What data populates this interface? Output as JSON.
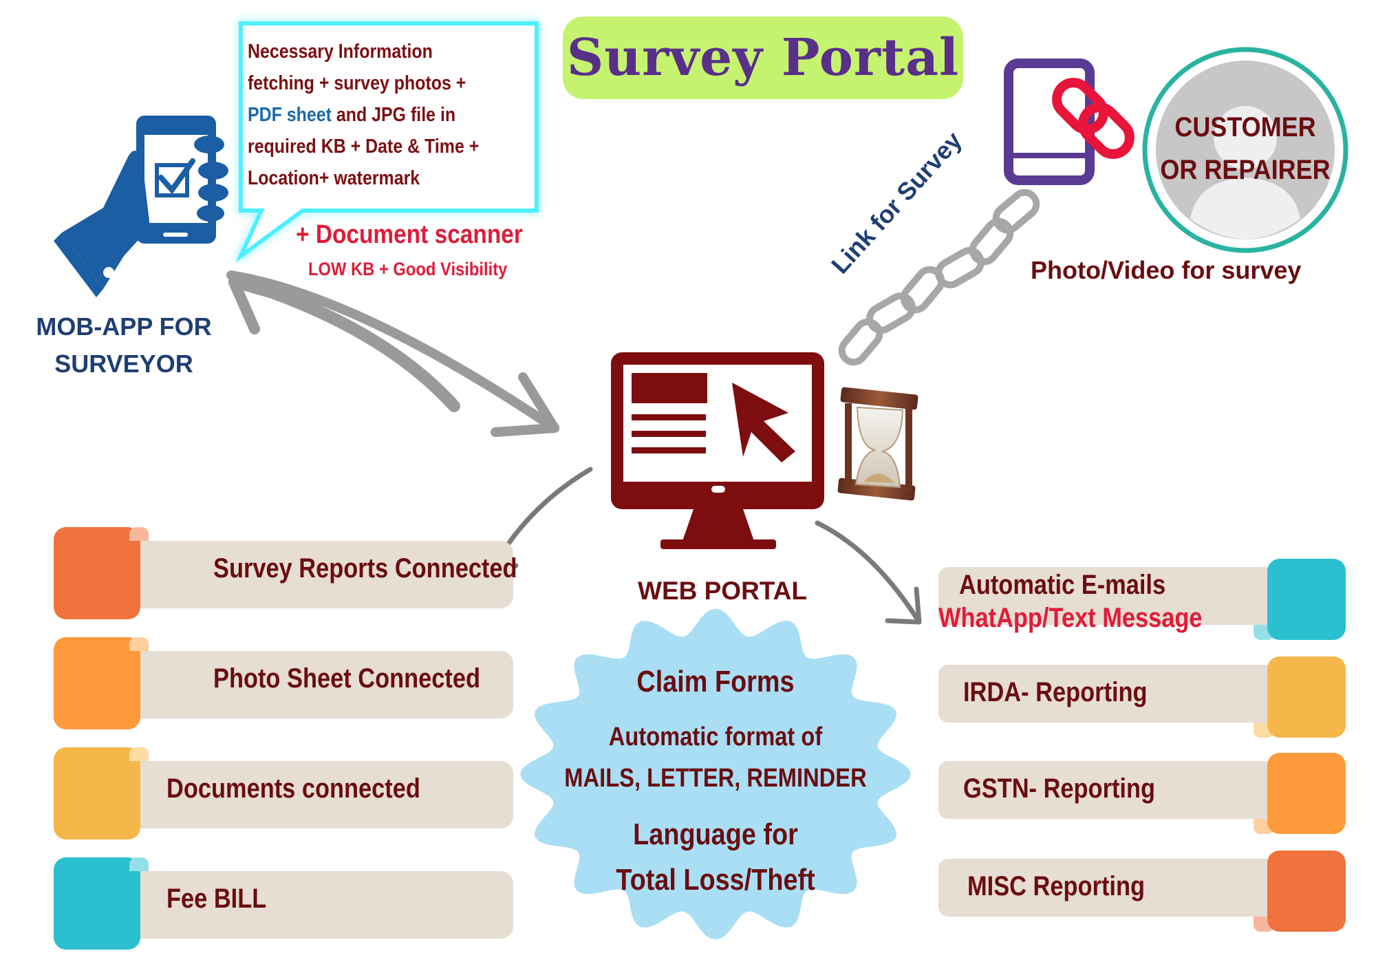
{
  "title": "Survey Portal",
  "mob_app": {
    "label_line1": "MOB-APP FOR",
    "label_line2": "SURVEYOR"
  },
  "info_bubble": {
    "line1": "Necessary Information",
    "line2": "fetching + survey photos +",
    "line3_highlight": "PDF sheet",
    "line3_rest": " and JPG file in",
    "line4": "required KB + Date & Time +",
    "line5": "Location+ watermark"
  },
  "scanner": {
    "title": "+ Document scanner",
    "subtitle": "LOW KB + Good Visibility"
  },
  "customer": {
    "line1": "CUSTOMER",
    "line2": "OR REPAIRER",
    "caption": "Photo/Video for survey"
  },
  "link_label": "Link for Survey",
  "web_portal_label": "WEB PORTAL",
  "left_items": [
    {
      "label": "Survey Reports Connected",
      "color": "#f0733d",
      "lip": "#f8b79c"
    },
    {
      "label": "Photo Sheet Connected",
      "color": "#fd9b3c",
      "lip": "#ffce9f"
    },
    {
      "label": "Documents connected",
      "color": "#f5b74a",
      "lip": "#fbdca3"
    },
    {
      "label": "Fee BILL",
      "color": "#2ac0d0",
      "lip": "#95e0e8"
    }
  ],
  "right_items": [
    {
      "label": "Automatic  E-mails",
      "label2": "WhatApp/Text Message",
      "color": "#2ac0d0",
      "lip": "#95e0e8"
    },
    {
      "label": "IRDA- Reporting",
      "color": "#f5b74a",
      "lip": "#fbdca3"
    },
    {
      "label": "GSTN- Reporting",
      "color": "#fd9b3c",
      "lip": "#ffce9f"
    },
    {
      "label": "MISC Reporting",
      "color": "#f0733d",
      "lip": "#f8b79c"
    }
  ],
  "center_blob": {
    "line1": "Claim Forms",
    "line2": "Automatic format of",
    "line3": "MAILS, LETTER, REMINDER",
    "line4": "Language for",
    "line5": "Total Loss/Theft"
  },
  "colors": {
    "dark_red": "#7d0d0f",
    "navy": "#1f3e73",
    "blue_hand": "#1b5ea4",
    "purple": "#5a3a92",
    "teal": "#2ab3a0",
    "blob": "#a9def4",
    "bubble_glow": "#4ef0ff"
  },
  "icons": [
    "hand-phone-icon",
    "monitor-icon",
    "cursor-arrow-icon",
    "hourglass-icon",
    "tablet-link-icon",
    "chain-icon",
    "user-avatar-icon"
  ]
}
